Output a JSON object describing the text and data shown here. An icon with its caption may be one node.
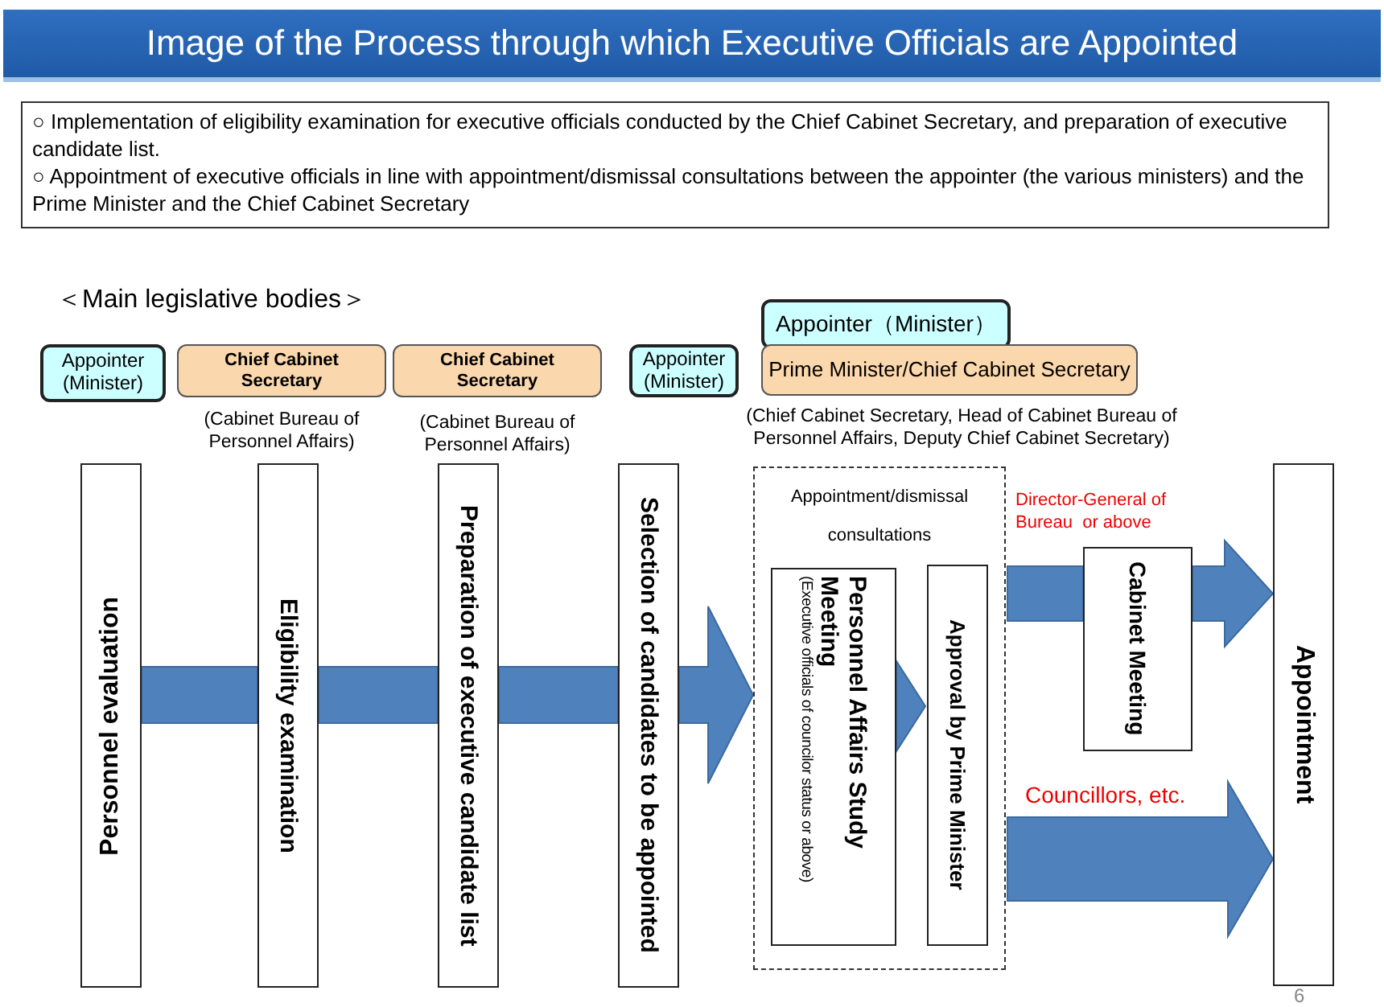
{
  "diagram": {
    "title": "Image of the Process through which Executive Officials are Appointed",
    "nodes": [
      {
        "text": [
          "○ Implementation of eligibility examination for executive officials conducted by the Chief Cabinet Secretary, and preparation of executive candidate list.",
          "○  Appointment of executive officials in line with appointment/dismissal consultations between the appointer (the various ministers) and the  Prime Minister and the Chief Cabinet Secretary"
        ]
      },
      {
        "text": [
          "Appointer (Minister)"
        ]
      },
      {
        "text": [
          "Chief Cabinet Secretary"
        ],
        "beside": [
          "(Cabinet Bureau of Personnel Affairs)"
        ]
      },
      {
        "text": [
          "Chief Cabinet Secretary"
        ],
        "beside": [
          "(Cabinet Bureau of Personnel Affairs)"
        ]
      },
      {
        "text": [
          "Appointer (Minister)"
        ]
      },
      {
        "text": [
          "Appointer（Minister）"
        ]
      },
      {
        "text": [
          "Prime Minister/Chief Cabinet Secretary"
        ],
        "beside": [
          "(Chief Cabinet Secretary, Head of Cabinet Bureau of Personnel Affairs, Deputy Chief Cabinet Secretary)"
        ]
      },
      {
        "text": [
          "Personnel evaluation"
        ]
      },
      {
        "text": [
          "Eligibility examination"
        ]
      },
      {
        "text": [
          "Preparation of executive candidate list"
        ]
      },
      {
        "text": [
          "Selection of candidates to be appointed"
        ]
      },
      {
        "text": [
          "Appointment/dismissal consultations"
        ]
      },
      {
        "text": [
          "Personnel Affairs Study Meeting",
          "(Executive officials of councilor status or above)"
        ],
        "in": 11
      },
      {
        "text": [
          "Approval by Prime Minister"
        ],
        "in": 11
      },
      {
        "text": [
          "Cabinet Meeting"
        ]
      },
      {
        "text": [
          "Appointment"
        ]
      }
    ],
    "edges": [
      {
        "from": 7,
        "to": 8,
        "arrow": "none"
      },
      {
        "from": 8,
        "to": 9,
        "arrow": "none"
      },
      {
        "from": 9,
        "to": 10,
        "arrow": "none"
      },
      {
        "from": 10,
        "to": 11,
        "arrow": "to"
      },
      {
        "from": 12,
        "to": 13,
        "arrow": "to"
      },
      {
        "from": 11,
        "to": 14,
        "arrow": "none",
        "label": "Director-General of Bureau  or above"
      },
      {
        "from": 14,
        "to": 15,
        "arrow": "to"
      },
      {
        "from": 11,
        "to": 15,
        "arrow": "to",
        "label": "Councillors, etc."
      }
    ],
    "labels": [
      "＜Main legislative bodies＞",
      "6"
    ]
  }
}
